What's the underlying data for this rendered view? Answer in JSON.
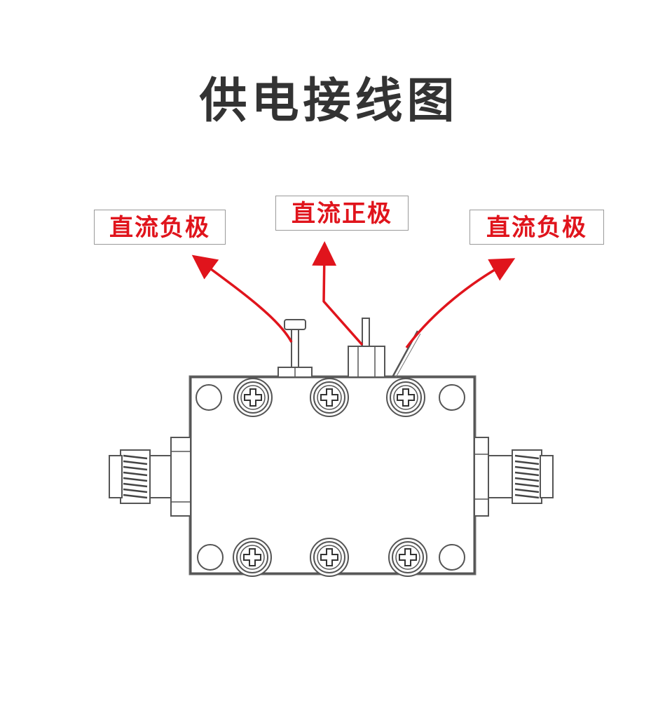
{
  "title": "供电接线图",
  "labels": {
    "dc_negative_left": "直流负极",
    "dc_positive": "直流正极",
    "dc_negative_right": "直流负极"
  },
  "colors": {
    "title": "#333333",
    "label_text": "#e0141c",
    "arrow": "#e0141c",
    "outline": "#555555"
  },
  "icons": {
    "screw": "phillips-screw-icon",
    "hole": "mounting-hole-icon",
    "sma": "sma-connector-icon"
  }
}
